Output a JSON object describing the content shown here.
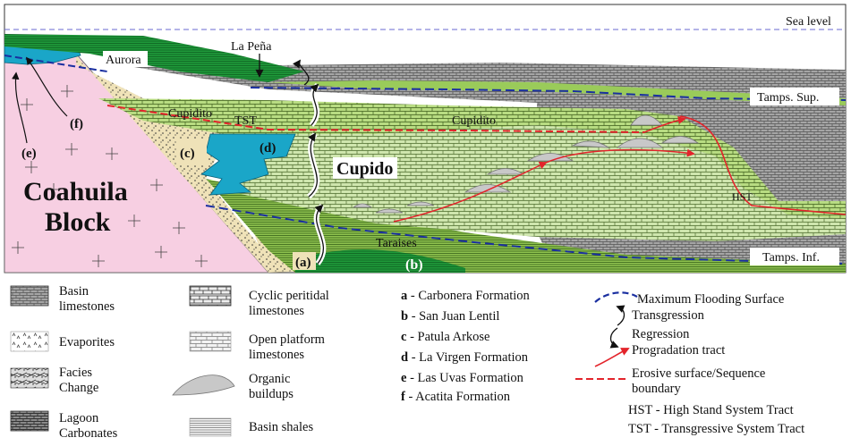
{
  "section_labels": {
    "sea_level": "Sea level",
    "aurora": "Aurora",
    "la_pena": "La Peña",
    "cupidito_left": "Cupidito",
    "tst": "TST",
    "cupidito_right": "Cupidito",
    "tamps_sup": "Tamps. Sup.",
    "cupido": "Cupido",
    "hst": "HST",
    "coahuila_block": "Coahuila\nBlock",
    "taraises": "Taraises",
    "tamps_inf": "Tamps. Inf.",
    "marker_a": "(a)",
    "marker_b": "(b)",
    "marker_c": "(c)",
    "marker_d": "(d)",
    "marker_e": "(e)",
    "marker_f": "(f)"
  },
  "legend_lithology": [
    {
      "id": "basin-limestones",
      "label": "Basin\nlimestones"
    },
    {
      "id": "evaporites",
      "label": "Evaporites"
    },
    {
      "id": "facies-change",
      "label": "Facies\nChange"
    },
    {
      "id": "lagoon-carbonates",
      "label": "Lagoon\nCarbonates"
    },
    {
      "id": "cyclic-peritidal",
      "label": "Cyclic peritidal\nlimestones"
    },
    {
      "id": "open-platform",
      "label": "Open platform\nlimestones"
    },
    {
      "id": "organic-buildups",
      "label": "Organic\nbuildups"
    },
    {
      "id": "basin-shales",
      "label": "Basin shales"
    }
  ],
  "legend_formations": [
    {
      "key": "a",
      "name": "Carbonera Formation"
    },
    {
      "key": "b",
      "name": "San Juan Lentil"
    },
    {
      "key": "c",
      "name": "Patula Arkose"
    },
    {
      "key": "d",
      "name": "La Virgen Formation"
    },
    {
      "key": "e",
      "name": "Las Uvas Formation"
    },
    {
      "key": "f",
      "name": "Acatita Formation"
    }
  ],
  "legend_symbols": {
    "mfs": "Maximum Flooding Surface",
    "transgression": "Transgression",
    "regression": "Regression",
    "progradation": "Progradation tract",
    "erosive": "Erosive surface/Sequence\nboundary",
    "hst": "HST - High Stand System Tract",
    "tst": "TST - Transgressive System Tract"
  },
  "colors": {
    "coahuila_pink": "#f7cfe2",
    "cupido_green": "#b9e07a",
    "light_green": "#cfe9a8",
    "dark_green": "#1f9a3a",
    "blue_virgen": "#1aa6c8",
    "basin_gray": "#9a9a9a",
    "arkose_tan": "#efe2b8",
    "mfs_blue": "#1a2fa0",
    "erosive_red": "#e3242b"
  }
}
